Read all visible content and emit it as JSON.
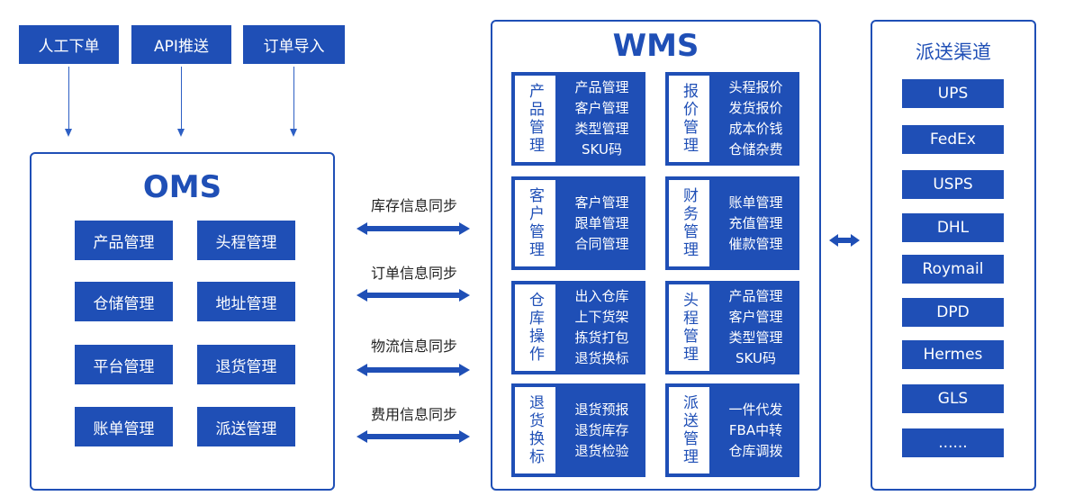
{
  "inputs": [
    "人工下单",
    "API推送",
    "订单导入"
  ],
  "oms": {
    "title": "OMS",
    "modules": [
      "产品管理",
      "头程管理",
      "仓储管理",
      "地址管理",
      "平台管理",
      "退货管理",
      "账单管理",
      "派送管理"
    ]
  },
  "sync": [
    "库存信息同步",
    "订单信息同步",
    "物流信息同步",
    "费用信息同步"
  ],
  "wms": {
    "title": "WMS",
    "modules": [
      {
        "side": "产品管理",
        "items": [
          "产品管理",
          "客户管理",
          "类型管理",
          "SKU码"
        ]
      },
      {
        "side": "报价管理",
        "items": [
          "头程报价",
          "发货报价",
          "成本价钱",
          "仓储杂费"
        ]
      },
      {
        "side": "客户管理",
        "items": [
          "客户管理",
          "跟单管理",
          "合同管理"
        ]
      },
      {
        "side": "财务管理",
        "items": [
          "账单管理",
          "充值管理",
          "催款管理"
        ]
      },
      {
        "side": "仓库操作",
        "items": [
          "出入仓库",
          "上下货架",
          "拣货打包",
          "退货换标"
        ]
      },
      {
        "side": "头程管理",
        "items": [
          "产品管理",
          "客户管理",
          "类型管理",
          "SKU码"
        ]
      },
      {
        "side": "退货换标",
        "items": [
          "退货预报",
          "退货库存",
          "退货检验"
        ]
      },
      {
        "side": "派送管理",
        "items": [
          "一件代发",
          "FBA中转",
          "仓库调拨"
        ]
      }
    ]
  },
  "channels": {
    "title": "派送渠道",
    "items": [
      "UPS",
      "FedEx",
      "USPS",
      "DHL",
      "Roymail",
      "DPD",
      "Hermes",
      "GLS",
      "......"
    ]
  },
  "colors": {
    "primary": "#1f4fb6",
    "background": "#ffffff"
  }
}
